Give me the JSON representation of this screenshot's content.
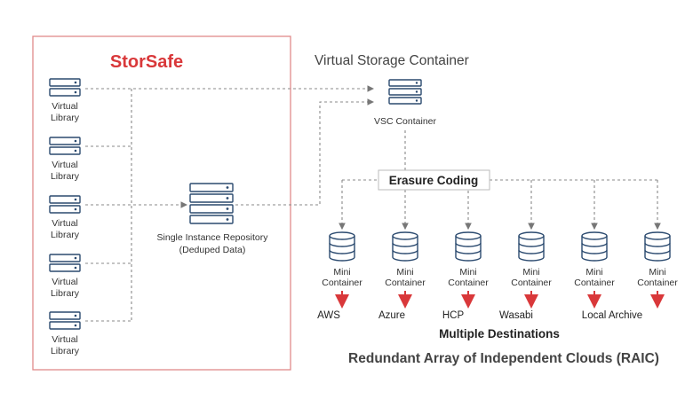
{
  "brand": {
    "name": "StorSafe",
    "color": "#d9383a"
  },
  "vsc": {
    "heading": "Virtual Storage Container",
    "container_label": "VSC Container"
  },
  "libraries": [
    {
      "line1": "Virtual",
      "line2": "Library"
    },
    {
      "line1": "Virtual",
      "line2": "Library"
    },
    {
      "line1": "Virtual",
      "line2": "Library"
    },
    {
      "line1": "Virtual",
      "line2": "Library"
    },
    {
      "line1": "Virtual",
      "line2": "Library"
    }
  ],
  "repository": {
    "line1": "Single Instance Repository",
    "line2": "(Deduped Data)"
  },
  "erasure_coding": "Erasure Coding",
  "mini_containers": [
    {
      "line1": "Mini",
      "line2": "Container",
      "destination": "AWS"
    },
    {
      "line1": "Mini",
      "line2": "Container",
      "destination": "Azure"
    },
    {
      "line1": "Mini",
      "line2": "Container",
      "destination": "HCP"
    },
    {
      "line1": "Mini",
      "line2": "Container",
      "destination": "Wasabi"
    },
    {
      "line1": "Mini",
      "line2": "Container",
      "destination": "Local Archive"
    },
    {
      "line1": "Mini",
      "line2": "Container",
      "destination": ""
    }
  ],
  "multiple_destinations": "Multiple Destinations",
  "raic_title": "Redundant Array of Independent Clouds (RAIC)",
  "colors": {
    "arrow_red": "#d9383a",
    "icon_navy": "#2b4a6f",
    "connector_gray": "#888888"
  }
}
